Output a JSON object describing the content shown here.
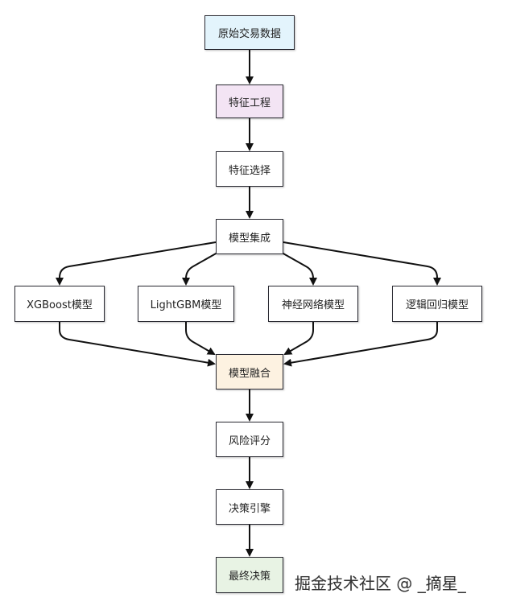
{
  "nodes": {
    "raw_data": {
      "label": "原始交易数据",
      "fill": "#e3f4fc"
    },
    "feature_engineering": {
      "label": "特征工程",
      "fill": "#f3e4f4"
    },
    "feature_selection": {
      "label": "特征选择",
      "fill": "#ffffff"
    },
    "model_ensemble": {
      "label": "模型集成",
      "fill": "#ffffff"
    },
    "xgboost": {
      "label": "XGBoost模型",
      "fill": "#ffffff"
    },
    "lightgbm": {
      "label": "LightGBM模型",
      "fill": "#ffffff"
    },
    "neural_net": {
      "label": "神经网络模型",
      "fill": "#ffffff"
    },
    "logistic": {
      "label": "逻辑回归模型",
      "fill": "#ffffff"
    },
    "model_fusion": {
      "label": "模型融合",
      "fill": "#fdf2e1"
    },
    "risk_score": {
      "label": "风险评分",
      "fill": "#ffffff"
    },
    "decision_engine": {
      "label": "决策引擎",
      "fill": "#ffffff"
    },
    "final_decision": {
      "label": "最终决策",
      "fill": "#e8f3e4"
    }
  },
  "edges": [
    [
      "raw_data",
      "feature_engineering"
    ],
    [
      "feature_engineering",
      "feature_selection"
    ],
    [
      "feature_selection",
      "model_ensemble"
    ],
    [
      "model_ensemble",
      "xgboost"
    ],
    [
      "model_ensemble",
      "lightgbm"
    ],
    [
      "model_ensemble",
      "neural_net"
    ],
    [
      "model_ensemble",
      "logistic"
    ],
    [
      "xgboost",
      "model_fusion"
    ],
    [
      "lightgbm",
      "model_fusion"
    ],
    [
      "neural_net",
      "model_fusion"
    ],
    [
      "logistic",
      "model_fusion"
    ],
    [
      "model_fusion",
      "risk_score"
    ],
    [
      "risk_score",
      "decision_engine"
    ],
    [
      "decision_engine",
      "final_decision"
    ]
  ],
  "watermark": "掘金技术社区 @ _摘星_",
  "colors": {
    "border": "#2b2b33",
    "edge": "#111111"
  }
}
